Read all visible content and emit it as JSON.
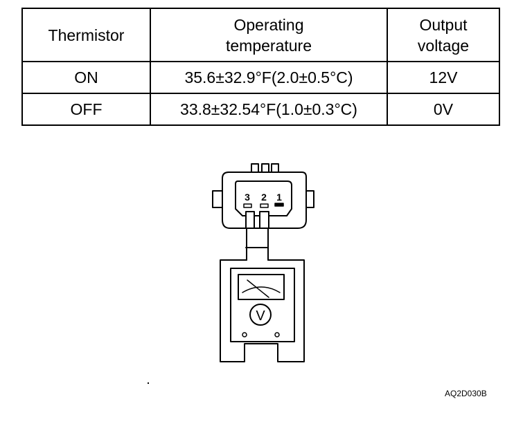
{
  "table": {
    "headers": [
      {
        "line1": "Thermistor",
        "line2": ""
      },
      {
        "line1": "Operating",
        "line2": "temperature"
      },
      {
        "line1": "Output",
        "line2": "voltage"
      }
    ],
    "rows": [
      {
        "state": "ON",
        "temperature": "35.6±32.9°F(2.0±0.5°C)",
        "voltage": "12V"
      },
      {
        "state": "OFF",
        "temperature": "33.8±32.54°F(1.0±0.3°C)",
        "voltage": "0V"
      }
    ]
  },
  "diagram": {
    "pins": [
      "3",
      "2",
      "1"
    ],
    "meter_symbol": "V"
  },
  "figure_code": "AQ2D030B"
}
